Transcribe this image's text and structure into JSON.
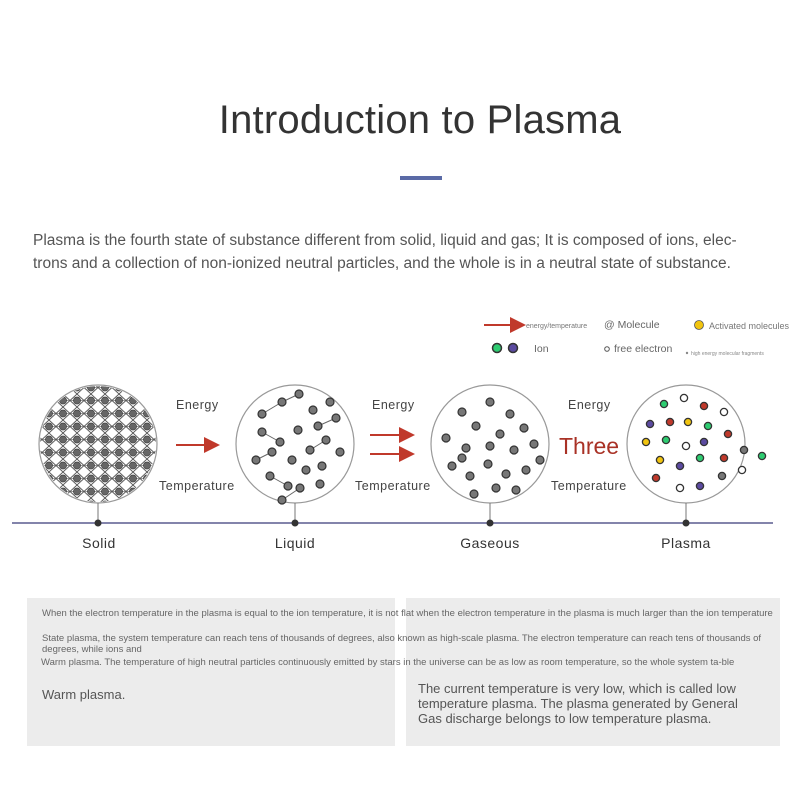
{
  "page": {
    "title": "Introduction to Plasma",
    "intro": "Plasma is the fourth state of substance different from solid, liquid and gas; It is composed of ions, elec-trons and a collection of non-ionized neutral particles, and the whole is in a neutral state of substance."
  },
  "diagram": {
    "legend": {
      "energy_temperature": "energy/temperature",
      "molecule": "@ Molecule",
      "activated_molecules": "Activated molecules",
      "ion": "Ion",
      "free_electron": "free electron",
      "fragments": "high energy molecular fragments"
    },
    "states": [
      {
        "name": "Solid"
      },
      {
        "name": "Liquid"
      },
      {
        "name": "Gaseous"
      },
      {
        "name": "Plasma"
      }
    ],
    "transitions": [
      {
        "energy": "Energy",
        "temperature": "Temperature"
      },
      {
        "energy": "Energy",
        "temperature": "Temperature"
      },
      {
        "energy": "Energy",
        "temperature": "Temperature"
      }
    ],
    "overlay_label": "Three",
    "colors": {
      "arrow": "#c0392b",
      "timeline": "#5a5c8f",
      "particle": "#555555",
      "overlay": "#a93226"
    }
  },
  "notes": {
    "line1": "When the electron temperature in the plasma is equal to the ion temperature, it is not flat when the electron temperature in the plasma is much larger than the ion temperature",
    "line2": "State plasma, the system temperature can reach tens of thousands of degrees, also known as high-scale plasma. The electron temperature can reach tens of thousands of degrees, while ions and",
    "line3": "Warm plasma. The temperature of high neutral particles continuously emitted by stars in the universe can be as low as room temperature, so the whole system ta-ble",
    "left_text": "Warm plasma.",
    "right_text": "The current temperature is very low, which is called low temperature plasma. The plasma generated by General Gas discharge belongs to low temperature plasma."
  }
}
